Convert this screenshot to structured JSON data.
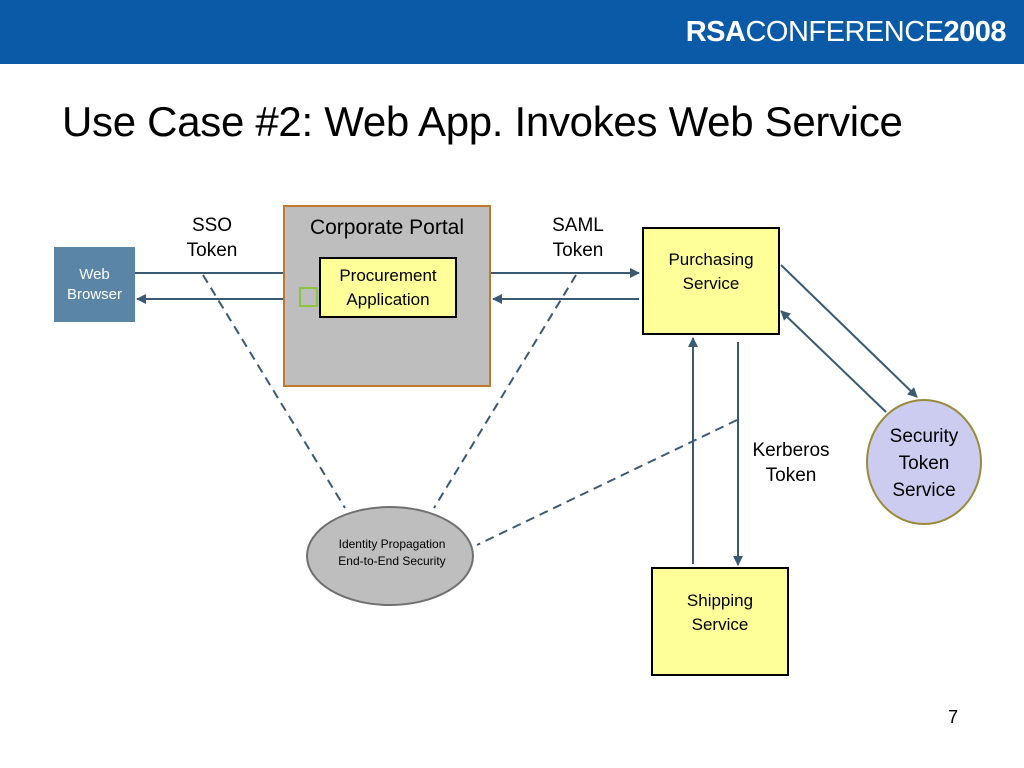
{
  "header": {
    "brand_bold": "RSA",
    "brand_light": "CONFERENCE",
    "brand_year": "2008",
    "background_color": "#0b5aa8"
  },
  "slide": {
    "title": "Use Case #2: Web App. Invokes Web Service",
    "page_number": "7"
  },
  "diagram": {
    "web_browser": "Web\nBrowser",
    "corporate_portal": "Corporate Portal",
    "procurement_application": "Procurement\nApplication",
    "purchasing_service": "Purchasing\nService",
    "shipping_service": "Shipping\nService",
    "security_token_service": "Security\nToken\nService",
    "identity_propagation": "Identity Propagation\nEnd-to-End Security",
    "sso_token": "SSO\nToken",
    "saml_token": "SAML\nToken",
    "kerberos_token": "Kerberos\nToken"
  },
  "colors": {
    "service_box_fill": "#ffff99",
    "web_browser_fill": "#5b85a7",
    "portal_fill": "#bebebe",
    "portal_border": "#c07a2d",
    "sts_fill": "#ccccf0",
    "sts_border": "#9a8a3a",
    "ellipse_fill": "#bebebe",
    "arrow_color": "#3a5a74"
  }
}
